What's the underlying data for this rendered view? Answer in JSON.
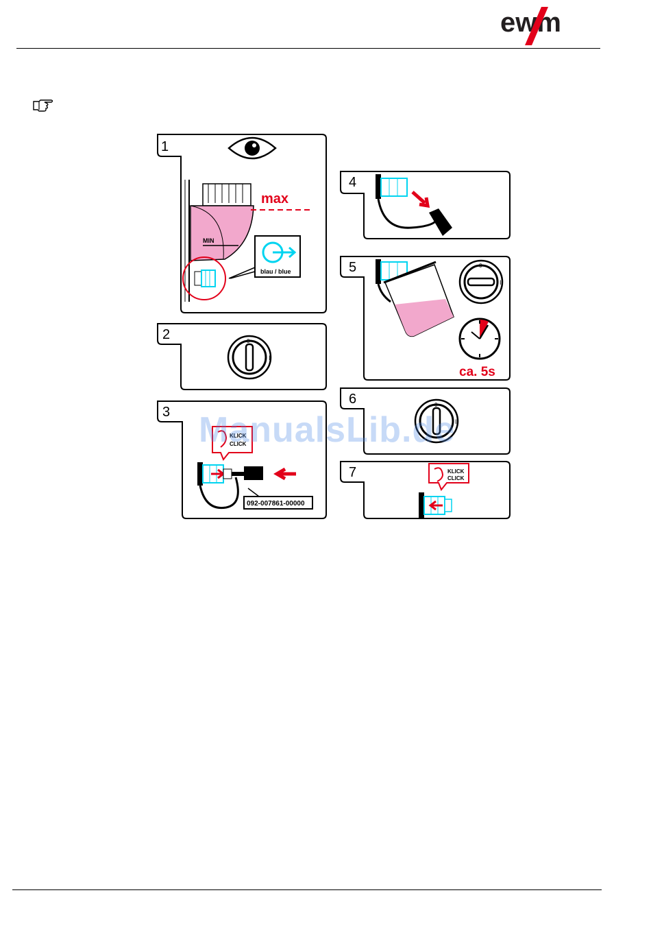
{
  "header": {
    "brand": "ewm"
  },
  "steps": [
    {
      "number": "1",
      "max_label": "max",
      "min_label": "MIN",
      "callout_label": "blau / blue"
    },
    {
      "number": "2",
      "switch_zero": "0",
      "switch_one": "I"
    },
    {
      "number": "3",
      "klick": "KLICK",
      "click": "CLICK",
      "part_number": "092-007861-00000"
    },
    {
      "number": "4"
    },
    {
      "number": "5",
      "switch_zero": "0",
      "switch_one": "I",
      "time_label": "ca. 5s"
    },
    {
      "number": "6",
      "switch_zero": "0",
      "switch_one": "I"
    },
    {
      "number": "7",
      "klick": "KLICK",
      "click": "CLICK"
    }
  ],
  "watermark": "ManualsLib.de",
  "colors": {
    "red": "#e2001a",
    "cyan": "#00d4f0",
    "pink": "#f2a8cc",
    "black": "#000000"
  }
}
